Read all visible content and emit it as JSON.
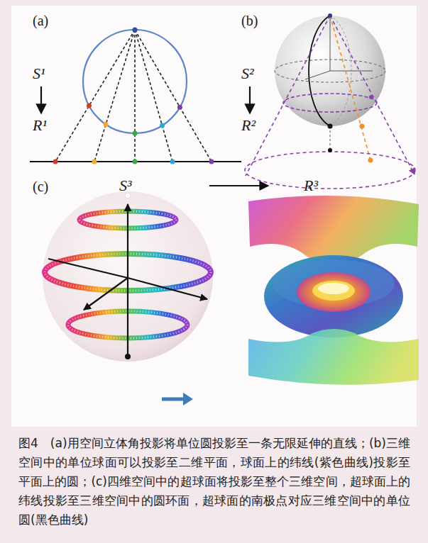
{
  "diagram": {
    "caption": "图4　(a)用空间立体角投影将单位圆投影至一条无限延伸的直线；(b)三维空间中的单位球面可以投影至二维平面，球面上的纬线(紫色曲线)投影至平面上的圆；(c)四维空间中的超球面将投影至整个三维空间，超球面上的纬线投影至三维空间中的圆环面，超球面的南极点对应三维空间中的单位圆(黑色曲线)",
    "labels": [
      "(a)",
      "S¹",
      "R¹",
      "(b)",
      "S²",
      "R²",
      "(c)",
      "S³",
      "R³"
    ]
  }
}
